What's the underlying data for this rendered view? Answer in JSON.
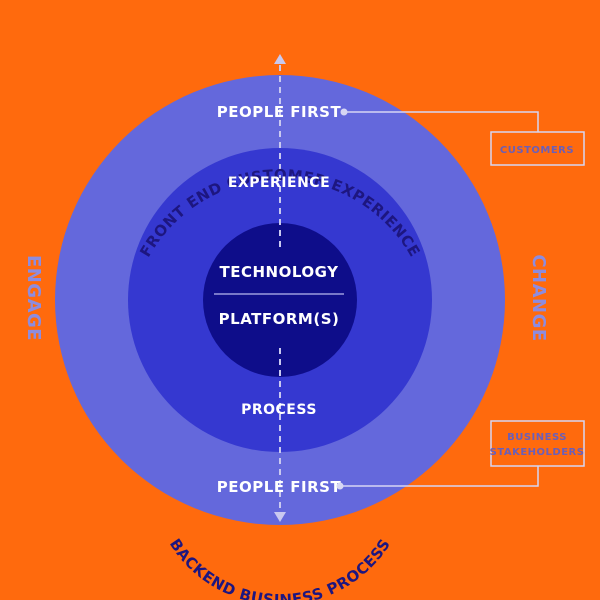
{
  "diagram": {
    "top_arc_label": "FRONT END CUSTOMER EXPERIENCE",
    "bottom_arc_label": "BACKEND BUSINESS PROCESS",
    "left_side_label": "ENGAGE",
    "right_side_label": "CHANGE",
    "outer_ring": {
      "top_label": "PEOPLE FIRST",
      "bottom_label": "PEOPLE FIRST"
    },
    "middle_ring": {
      "top_label": "EXPERIENCE",
      "bottom_label": "PROCESS"
    },
    "core": {
      "top_label": "TECHNOLOGY",
      "bottom_label": "PLATFORM(S)"
    },
    "callouts": {
      "customers": "CUSTOMERS",
      "business_line1": "BUSINESS",
      "business_line2": "STAKEHOLDERS"
    }
  },
  "colors": {
    "background": "#ff6a0d",
    "outer_ring": "#6468dc",
    "middle_ring": "#3538d0",
    "core": "#0e0d8a",
    "arc_text": "#1d1680",
    "side_text": "#8d8ce0",
    "light": "#d6d6f3",
    "callout_text": "#6b5fb8"
  }
}
